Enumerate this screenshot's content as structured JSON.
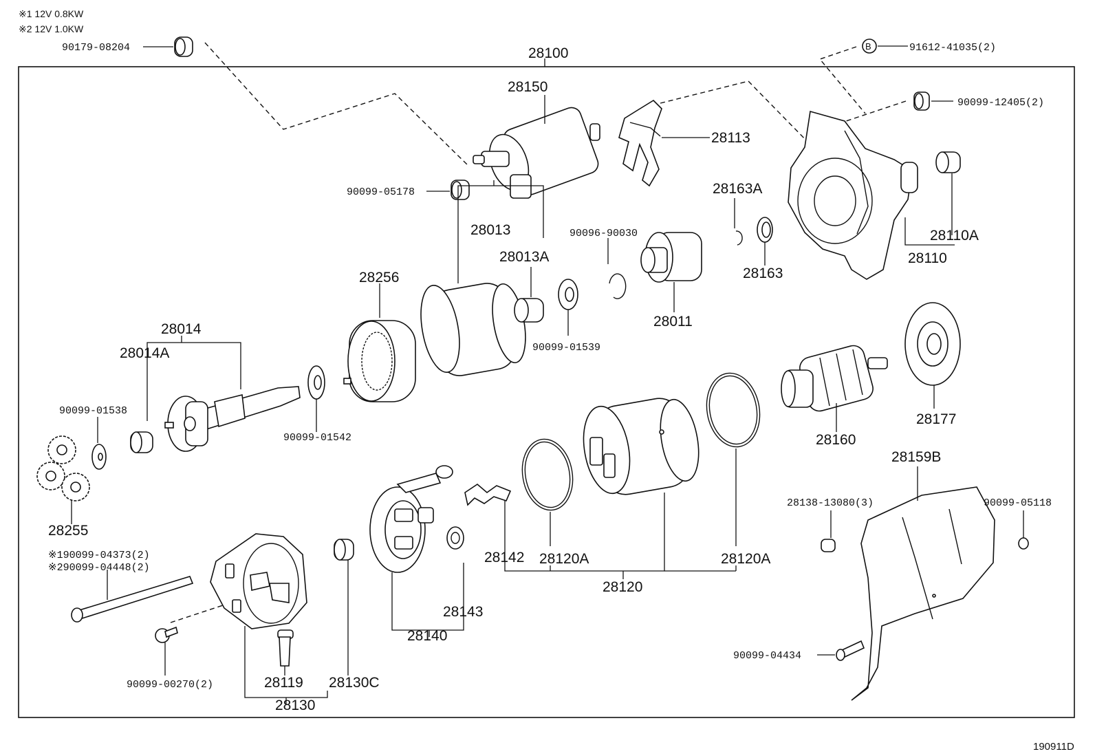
{
  "notes": {
    "line1": "※1 12V 0.8KW",
    "line2": "※2 12V 1.0KW"
  },
  "diagram_id": "190911D",
  "parts": {
    "p90179_08204": "90179-08204",
    "p28100": "28100",
    "p91612_41035": "91612-41035(2)",
    "circle_b": "B",
    "p28150": "28150",
    "p28113": "28113",
    "p90099_12405": "90099-12405(2)",
    "p90099_05178": "90099-05178",
    "p28163A": "28163A",
    "p28110A": "28110A",
    "p28110": "28110",
    "p28013": "28013",
    "p90096_90030": "90096-90030",
    "p28013A": "28013A",
    "p28163": "28163",
    "p28256": "28256",
    "p28011": "28011",
    "p28014": "28014",
    "p28014A": "28014A",
    "p90099_01539": "90099-01539",
    "p90099_01538": "90099-01538",
    "p90099_01542": "90099-01542",
    "p28177": "28177",
    "p28160": "28160",
    "p28159B": "28159B",
    "p28138_13080": "28138-13080(3)",
    "p90099_05118": "90099-05118",
    "p28255": "28255",
    "p90099_04373": "※190099-04373(2)",
    "p90099_04448": "※290099-04448(2)",
    "p28142": "28142",
    "p28120A_left": "28120A",
    "p28120A_right": "28120A",
    "p28120": "28120",
    "p28143": "28143",
    "p28140": "28140",
    "p90099_04434": "90099-04434",
    "p90099_00270": "90099-00270(2)",
    "p28119": "28119",
    "p28130C": "28130C",
    "p28130": "28130"
  }
}
